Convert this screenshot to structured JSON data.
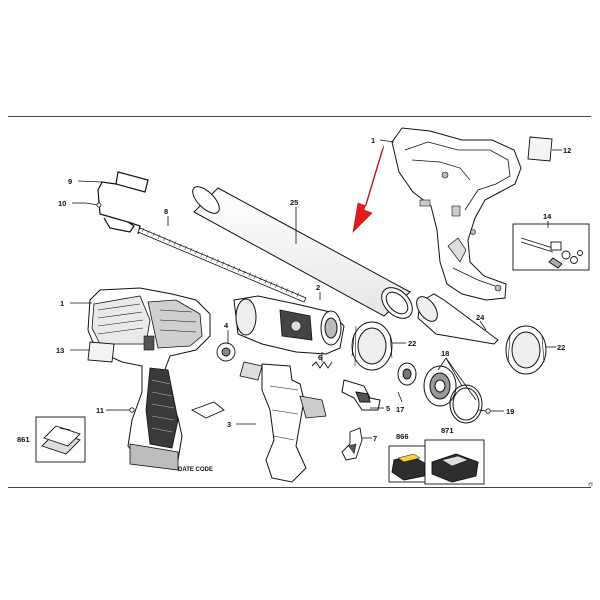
{
  "diagram": {
    "callouts": {
      "c1_top": "1",
      "c12": "12",
      "c9": "9",
      "c10": "10",
      "c8": "8",
      "c25": "25",
      "c14": "14",
      "c2": "2",
      "c1_left": "1",
      "c13": "13",
      "c4": "4",
      "c6": "6",
      "c22_mid": "22",
      "c24": "24",
      "c22_right": "22",
      "c18": "18",
      "c11": "11",
      "c5": "5",
      "c17": "17",
      "c19": "19",
      "c3": "3",
      "c7": "7",
      "c861": "861",
      "c866": "866",
      "c871": "871"
    },
    "date_code_label": "DATE CODE",
    "copyright_symbol": "©",
    "arrow_color": "#e21b1b",
    "line_color": "#111111"
  }
}
